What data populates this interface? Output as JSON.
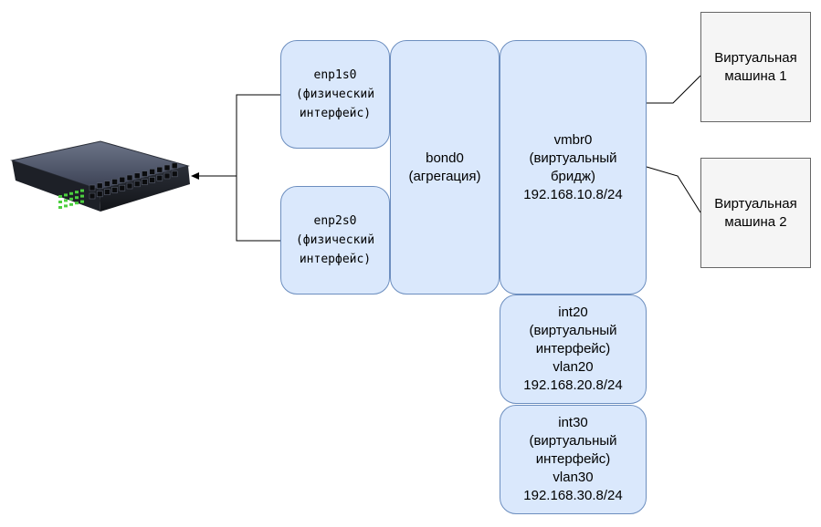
{
  "diagram": {
    "nodes": {
      "enp1s0": "enp1s0\n(физический\nинтерфейс)",
      "enp2s0": "enp2s0\n(физический\nинтерфейс)",
      "bond0": "bond0\n(агрегация)",
      "vmbr0": "vmbr0\n(виртуальный\nбридж)\n192.168.10.8/24",
      "int20": "int20\n(виртуальный\nинтерфейс)\nvlan20\n192.168.20.8/24",
      "int30": "int30\n(виртуальный\nинтерфейс)\nvlan30\n192.168.30.8/24",
      "vm1": "Виртуальная\nмашина 1",
      "vm2": "Виртуальная\nмашина 2"
    },
    "switch_icon": "network-switch-icon",
    "colors": {
      "node_fill": "#dae8fc",
      "node_stroke": "#6c8ebf",
      "vm_fill": "#f5f5f5",
      "vm_stroke": "#666666",
      "switch_led": "#4ccf3f"
    }
  }
}
